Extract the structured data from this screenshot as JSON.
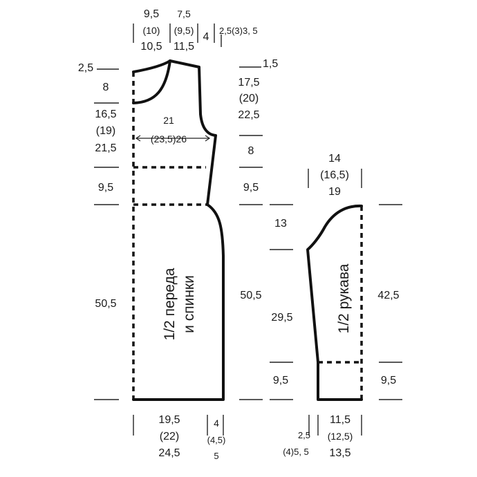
{
  "body_piece": {
    "title_line1": "1/2 переда",
    "title_line2": "и спинки",
    "top": {
      "neck_width": [
        "9,5",
        "(10)",
        "10,5"
      ],
      "shoulder_width": [
        "7,5",
        "(9,5)",
        "11,5"
      ],
      "armhole_offset": "4",
      "side_offset": "2,5(3)3, 5"
    },
    "left": {
      "neck_back_depth": "2,5",
      "neck_front_depth": "8",
      "upper_height": [
        "16,5",
        "(19)",
        "21,5"
      ],
      "yoke_height": "9,5",
      "main_height": "50,5"
    },
    "right": {
      "shoulder_slope": "1,5",
      "armhole_height": [
        "17,5",
        "(20)",
        "22,5"
      ],
      "armhole_below": "8",
      "yoke_height": "9,5",
      "main_height": "50,5"
    },
    "chest_width": [
      "21",
      "(23,5)26"
    ],
    "bottom": {
      "width": [
        "19,5",
        "(22)",
        "24,5"
      ],
      "flare": [
        "4",
        "(4,5)",
        "5"
      ]
    }
  },
  "sleeve_piece": {
    "title": "1/2 рукава",
    "top_width": [
      "14",
      "(16,5)",
      "19"
    ],
    "left": {
      "cap_height": "13",
      "body_height": "29,5",
      "cuff_height": "9,5"
    },
    "right": {
      "total_height": "42,5",
      "cuff_height": "9,5"
    },
    "bottom": {
      "width": [
        "11,5",
        "(12,5)",
        "13,5"
      ],
      "offset": [
        "2,5",
        "(4)5, 5"
      ]
    }
  }
}
